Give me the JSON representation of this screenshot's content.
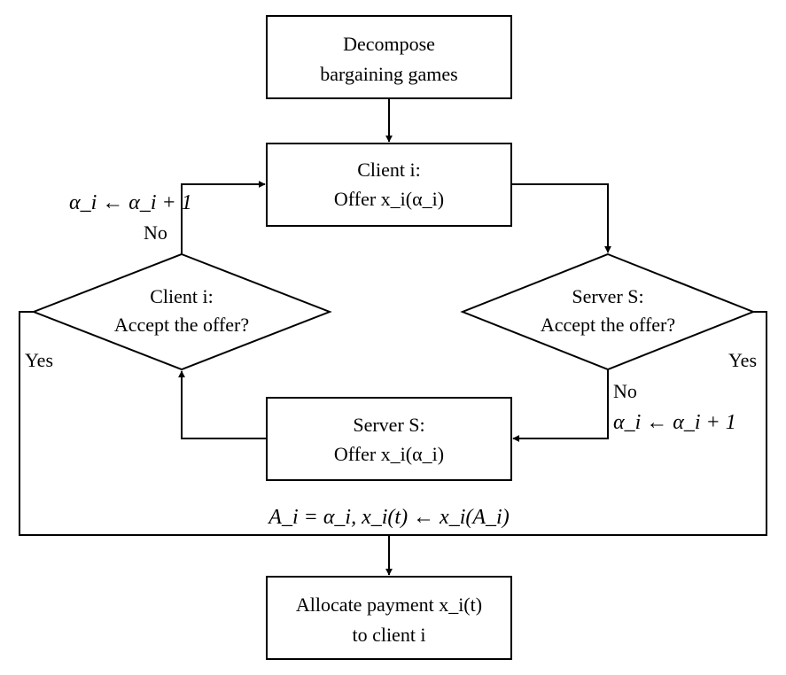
{
  "nodes": {
    "decompose": {
      "line1": "Decompose",
      "line2": "bargaining games"
    },
    "client_offer": {
      "line1": "Client i:",
      "line2": "Offer x_i(α_i)"
    },
    "client_decision": {
      "line1": "Client i:",
      "line2": "Accept the offer?"
    },
    "server_decision": {
      "line1": "Server S:",
      "line2": "Accept the offer?"
    },
    "server_offer": {
      "line1": "Server S:",
      "line2": "Offer x_i(α_i)"
    },
    "allocate": {
      "line1": "Allocate payment x_i(t)",
      "line2": "to client i"
    }
  },
  "edges": {
    "client_no": "No",
    "client_update": "α_i ← α_i + 1",
    "client_yes": "Yes",
    "server_no": "No",
    "server_update": "α_i ← α_i + 1",
    "server_yes": "Yes",
    "final_assign": "A_i = α_i, x_i(t) ← x_i(A_i)"
  }
}
